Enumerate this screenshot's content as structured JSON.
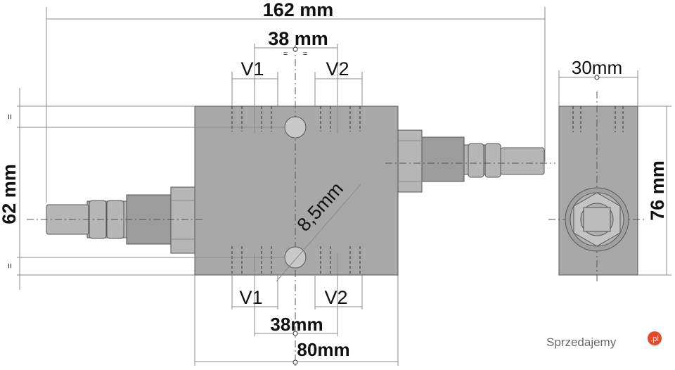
{
  "dimensions": {
    "total_length": "162 mm",
    "port_spacing_top": "38 mm",
    "port_spacing_bottom": "38mm",
    "block_width": "80mm",
    "block_height": "62 mm",
    "side_width": "30mm",
    "side_height": "76 mm",
    "hole_diameter": "8,5mm"
  },
  "ports": {
    "top_left": "V1",
    "top_right": "V2",
    "bottom_left": "V1",
    "bottom_right": "V2"
  },
  "symbols": {
    "equal_mark": "="
  },
  "watermark": {
    "text": "Sprzedajemy",
    "suffix": ".pl"
  },
  "colors": {
    "body": "#a8a8a8",
    "dimension_line": "#8a8a8a",
    "watermark_accent": "#e54b2b"
  }
}
